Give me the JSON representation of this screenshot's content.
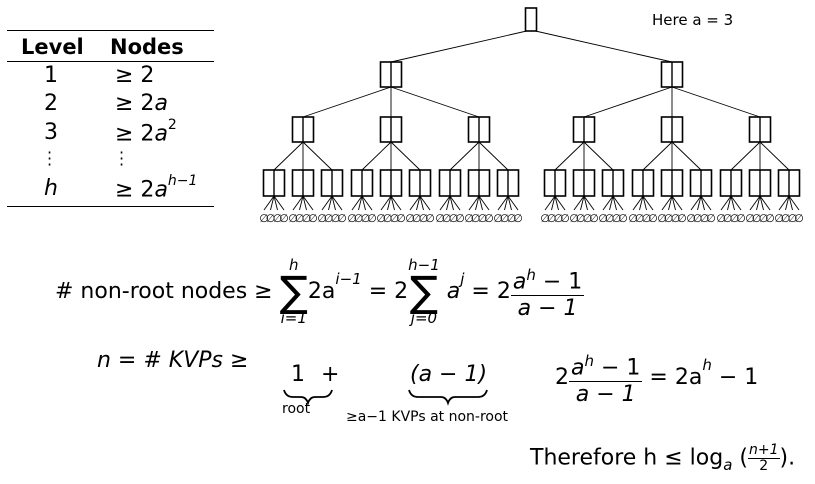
{
  "table": {
    "headers": [
      "Level",
      "Nodes"
    ],
    "rows": [
      {
        "level": "1",
        "nodes_prefix": "≥ 2",
        "a": "",
        "exp": ""
      },
      {
        "level": "2",
        "nodes_prefix": "≥ 2",
        "a": "a",
        "exp": ""
      },
      {
        "level": "3",
        "nodes_prefix": "≥ 2",
        "a": "a",
        "exp": "2"
      },
      {
        "level": "h",
        "nodes_prefix": "≥ 2",
        "a": "a",
        "exp": "h−1"
      }
    ]
  },
  "tree": {
    "note": "Here a = 3",
    "leaf_label": "∅"
  },
  "formula1": {
    "lhs": "# non-root nodes ≥",
    "sum1_top": "h",
    "sum1_bottom": "i=1",
    "term1": "2a",
    "term1_exp": "i−1",
    "eq1": "= 2",
    "sum2_top": "h−1",
    "sum2_bottom": "j=0",
    "term2": "a",
    "term2_exp": "j",
    "eq2": "= 2",
    "frac_num": "a",
    "frac_num_exp": "h",
    "frac_num_rest": " − 1",
    "frac_den": "a − 1"
  },
  "formula2": {
    "lhs": "n = # KVPs  ≥",
    "one": "1",
    "root_label": "root",
    "plus": "+",
    "paren": "(a − 1)",
    "brace_label": "≥a−1 KVPs at non-root",
    "coef": "2",
    "frac_num": "a",
    "frac_num_exp": "h",
    "frac_num_rest": " − 1",
    "frac_den": "a − 1",
    "rhs": "= 2a",
    "rhs_exp": "h",
    "rhs_rest": " − 1"
  },
  "formula3": {
    "text": "Therefore h ≤ log",
    "sub": "a",
    "frac_num": "n+1",
    "frac_den": "2",
    "end": ")."
  }
}
